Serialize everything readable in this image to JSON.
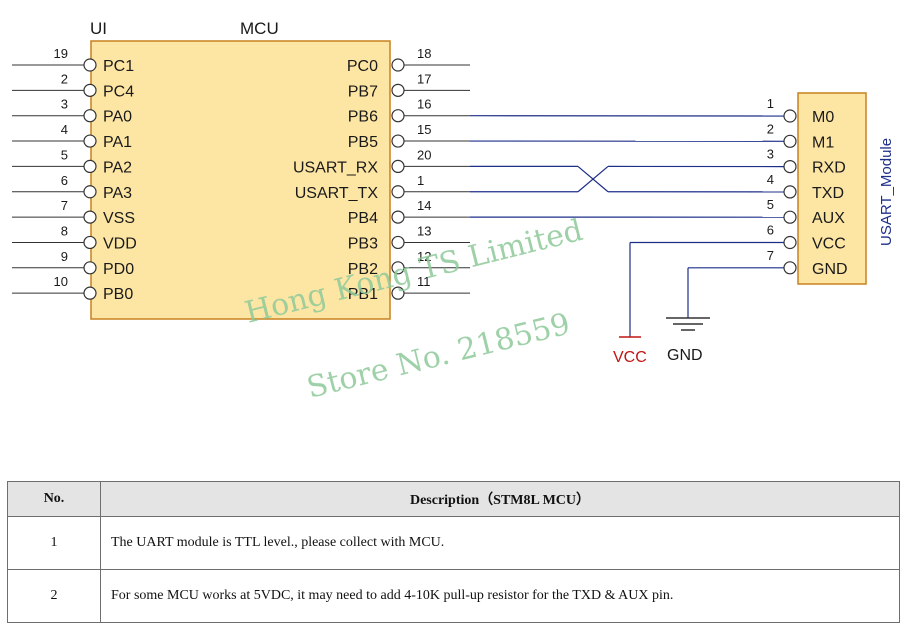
{
  "diagram": {
    "mcu_left_title": "UI",
    "mcu_title": "MCU",
    "module_title": "USART_Module",
    "left_pins": [
      {
        "num": "19",
        "label": "PC1"
      },
      {
        "num": "2",
        "label": "PC4"
      },
      {
        "num": "3",
        "label": "PA0"
      },
      {
        "num": "4",
        "label": "PA1"
      },
      {
        "num": "5",
        "label": "PA2"
      },
      {
        "num": "6",
        "label": "PA3"
      },
      {
        "num": "7",
        "label": "VSS"
      },
      {
        "num": "8",
        "label": "VDD"
      },
      {
        "num": "9",
        "label": "PD0"
      },
      {
        "num": "10",
        "label": "PB0"
      }
    ],
    "right_pins": [
      {
        "num": "18",
        "label": "PC0"
      },
      {
        "num": "17",
        "label": "PB7"
      },
      {
        "num": "16",
        "label": "PB6"
      },
      {
        "num": "15",
        "label": "PB5"
      },
      {
        "num": "20",
        "label": "USART_RX"
      },
      {
        "num": "1",
        "label": "USART_TX"
      },
      {
        "num": "14",
        "label": "PB4"
      },
      {
        "num": "13",
        "label": "PB3"
      },
      {
        "num": "12",
        "label": "PB2"
      },
      {
        "num": "11",
        "label": "PB1"
      }
    ],
    "module_pins": [
      {
        "num": "1",
        "label": "M0"
      },
      {
        "num": "2",
        "label": "M1"
      },
      {
        "num": "3",
        "label": "RXD"
      },
      {
        "num": "4",
        "label": "TXD"
      },
      {
        "num": "5",
        "label": "AUX"
      },
      {
        "num": "6",
        "label": "VCC"
      },
      {
        "num": "7",
        "label": "GND"
      }
    ],
    "vcc_label": "VCC",
    "gnd_label": "GND",
    "watermark_line1": "Hong Kong TS Limited",
    "watermark_line2": "Store No. 218559",
    "colors": {
      "chip_fill": "#fde6a4",
      "chip_stroke": "#c8801f",
      "wire": "#1e2f8a",
      "vcc": "#c01515",
      "module_title": "#1e2f8a"
    }
  },
  "table": {
    "header_no": "No.",
    "header_desc": "Description（STM8L MCU）",
    "rows": [
      {
        "no": "1",
        "text": "The UART module is TTL level., please collect with MCU."
      },
      {
        "no": "2",
        "text": "For some MCU works at 5VDC, it may need to add 4-10K pull-up resistor for the TXD & AUX pin."
      }
    ]
  }
}
